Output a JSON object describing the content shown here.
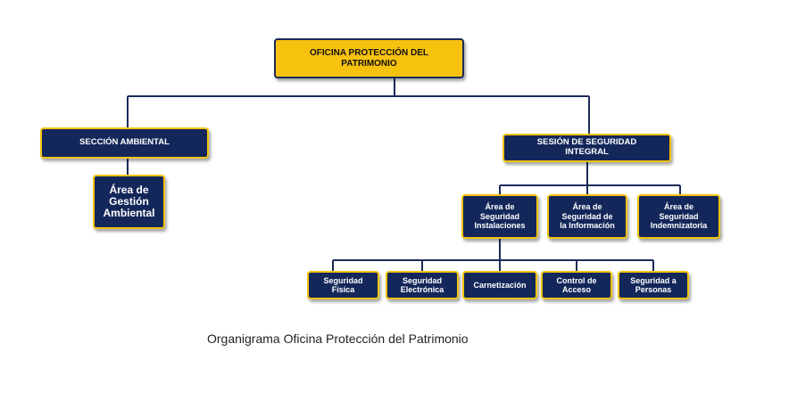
{
  "diagram": {
    "root": {
      "label": "OFICINA PROTECCIÓN DEL\nPATRIMONIO"
    },
    "sections": [
      {
        "label": "SECCIÓN AMBIENTAL",
        "children": [
          {
            "label": "Área  de\nGestión\nAmbiental"
          }
        ]
      },
      {
        "label": "SESIÓN DE SEGURIDAD\nINTEGRAL",
        "children": [
          {
            "label": "Área de\nSeguridad\nInstalaciones",
            "children": [
              {
                "label": "Seguridad\nFísica"
              },
              {
                "label": "Seguridad\nElectrónica"
              },
              {
                "label": "Carnetización"
              },
              {
                "label": "Control de\nAcceso"
              },
              {
                "label": "Seguridad a\nPersonas"
              }
            ]
          },
          {
            "label": "Área de\nSeguridad de\nla Información"
          },
          {
            "label": "Área de\nSeguridad\nIndemnizatoria"
          }
        ]
      }
    ]
  },
  "caption": "Organigrama Oficina Protección del Patrimonio",
  "colors": {
    "box_fill": "#14275a",
    "box_border": "#f2c40f",
    "root_fill": "#f7c20e",
    "connector": "#1b2b5a"
  }
}
